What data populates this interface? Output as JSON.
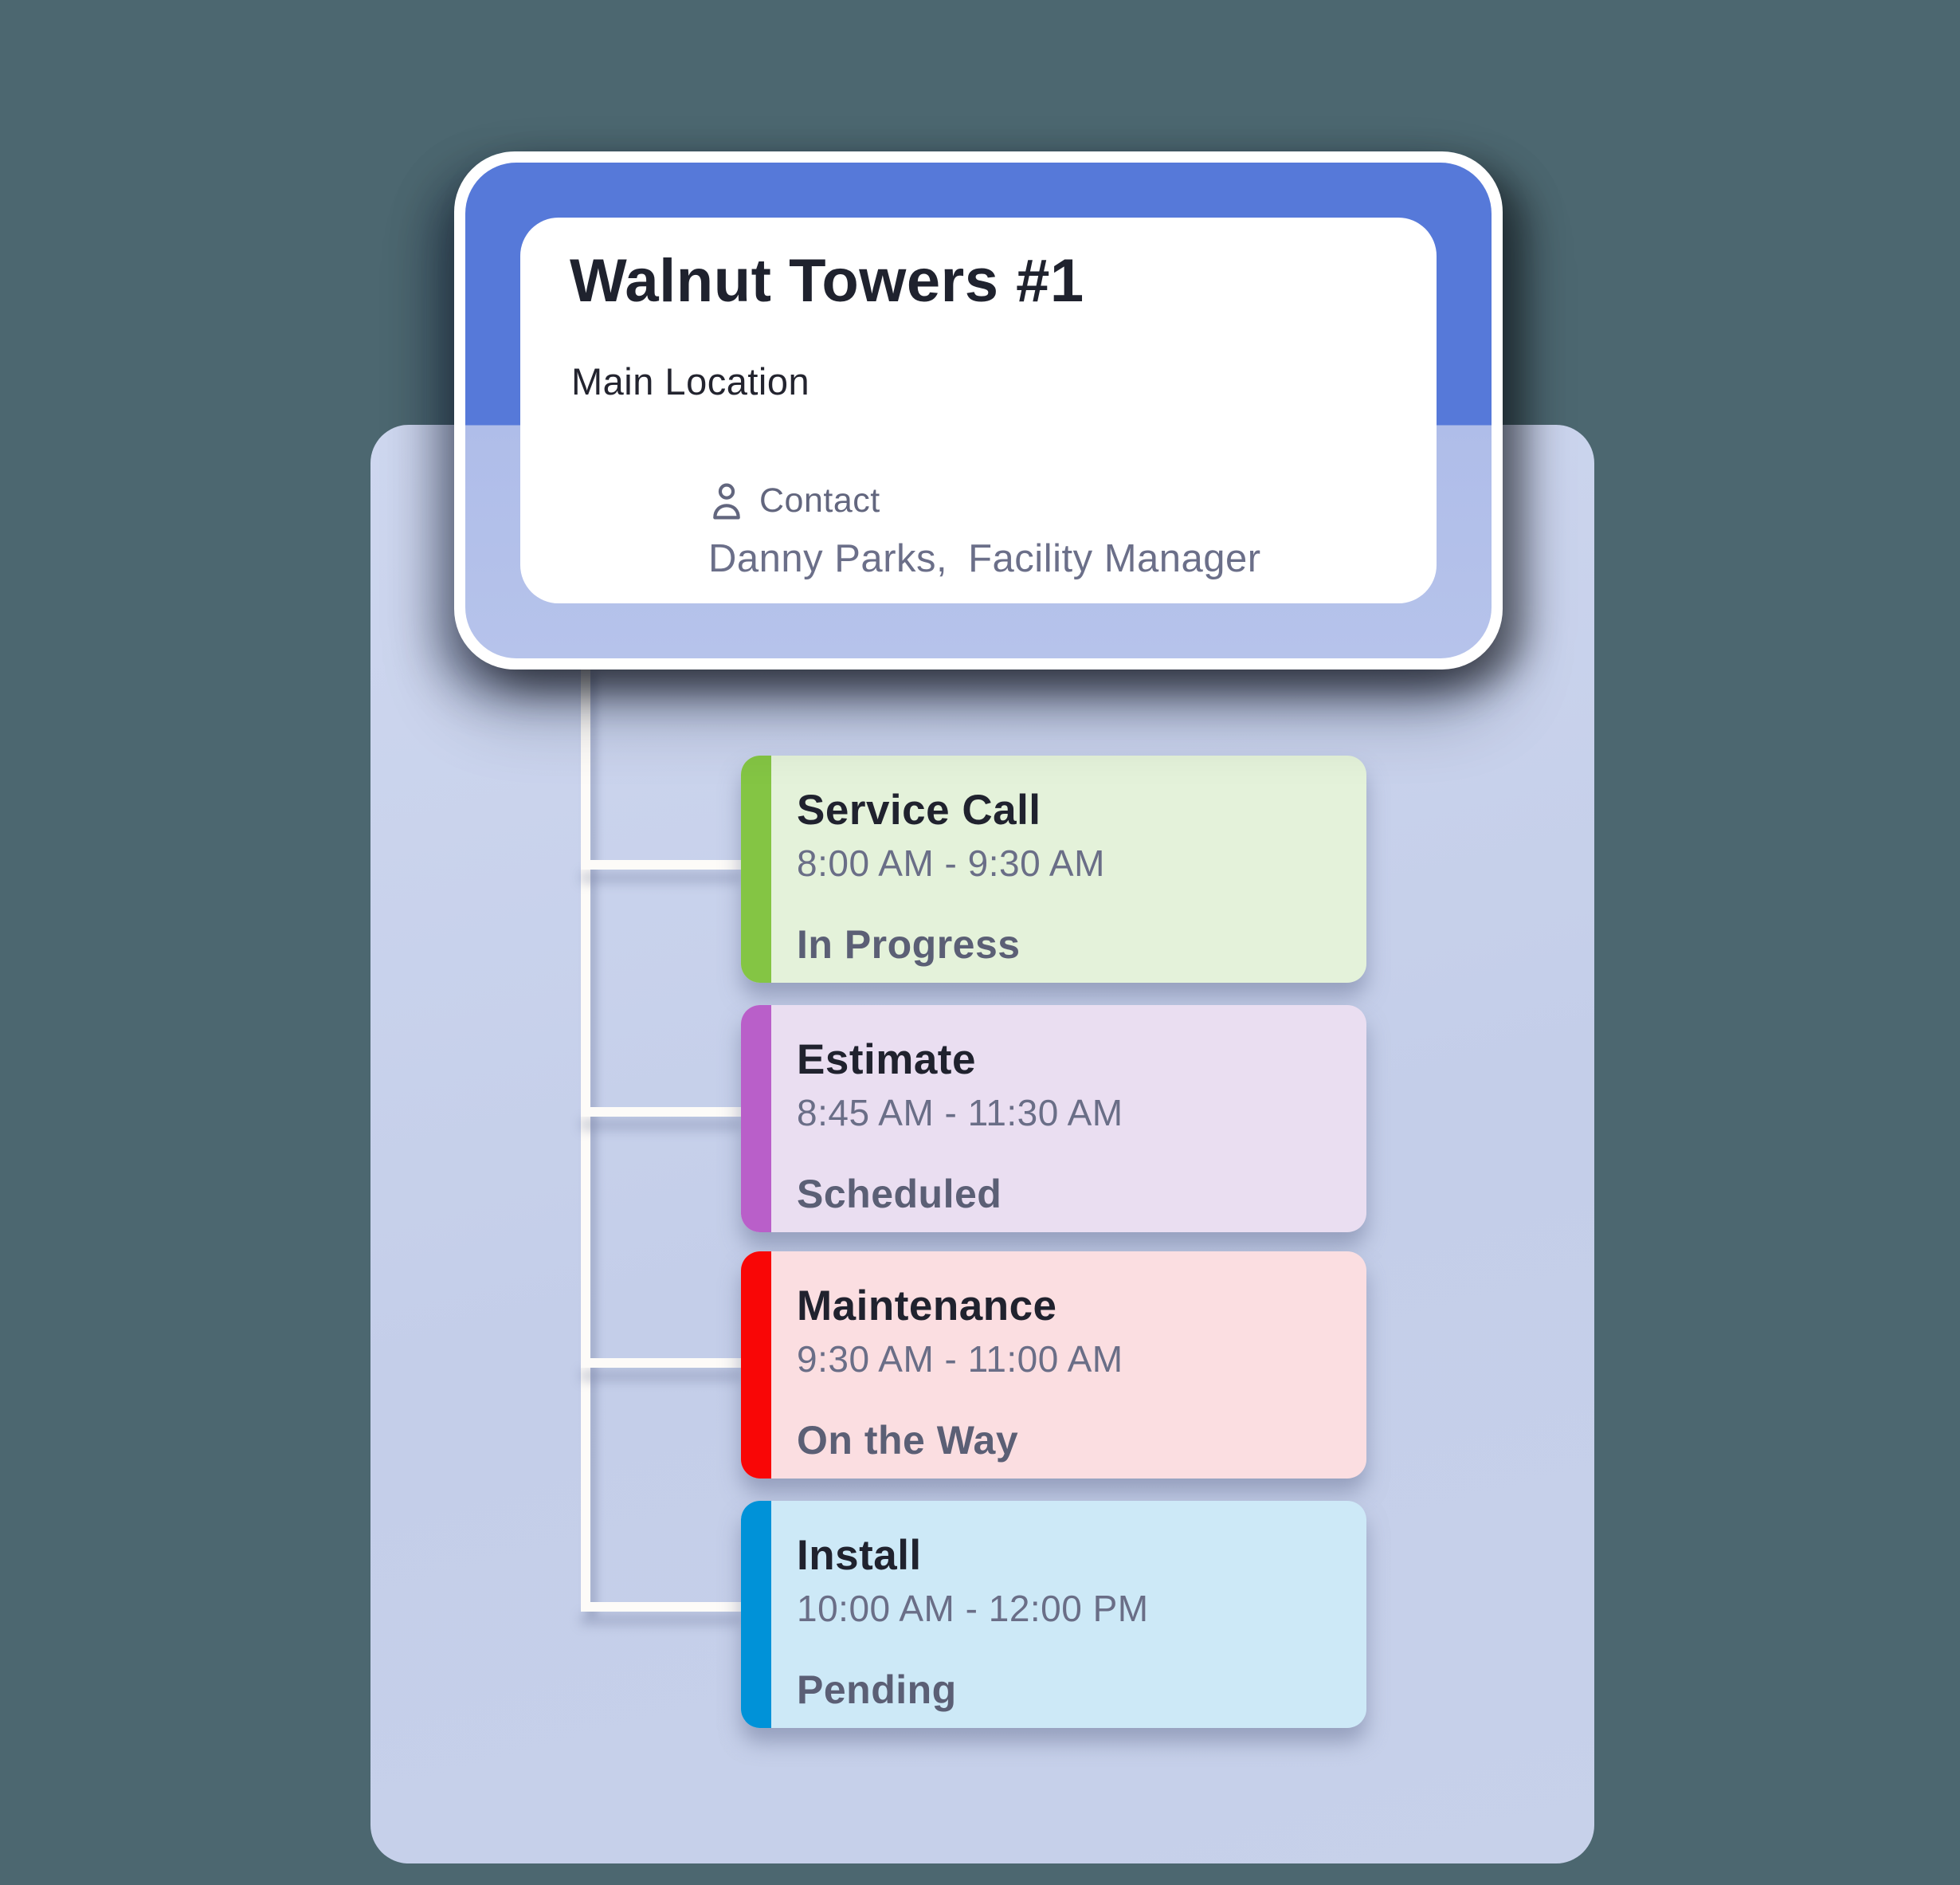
{
  "colors": {
    "background": "#4C6770",
    "panel": "#C7D1EA",
    "connector": "#FDFBF8",
    "card_header_blue": "#5679D9",
    "card_frame_lower": "#AFBDE9"
  },
  "location_card": {
    "title": "Walnut Towers #1",
    "subtitle": "Main Location",
    "contact_label": "Contact",
    "contact_name": "Danny Parks,",
    "contact_role": "Facility Manager"
  },
  "jobs": [
    {
      "title": "Service Call",
      "time": "8:00 AM - 9:30 AM",
      "status": "In Progress",
      "accent_color": "#84C544",
      "background_color": "#E4F2DA"
    },
    {
      "title": "Estimate",
      "time": "8:45 AM - 11:30 AM",
      "status": "Scheduled",
      "accent_color": "#B95FC9",
      "background_color": "#EADEF1"
    },
    {
      "title": "Maintenance",
      "time": "9:30 AM - 11:00 AM",
      "status": "On the Way",
      "accent_color": "#F90606",
      "background_color": "#FBDEE1"
    },
    {
      "title": "Install",
      "time": "10:00 AM - 12:00 PM",
      "status": "Pending",
      "accent_color": "#0092D8",
      "background_color": "#CDE9F7"
    }
  ]
}
